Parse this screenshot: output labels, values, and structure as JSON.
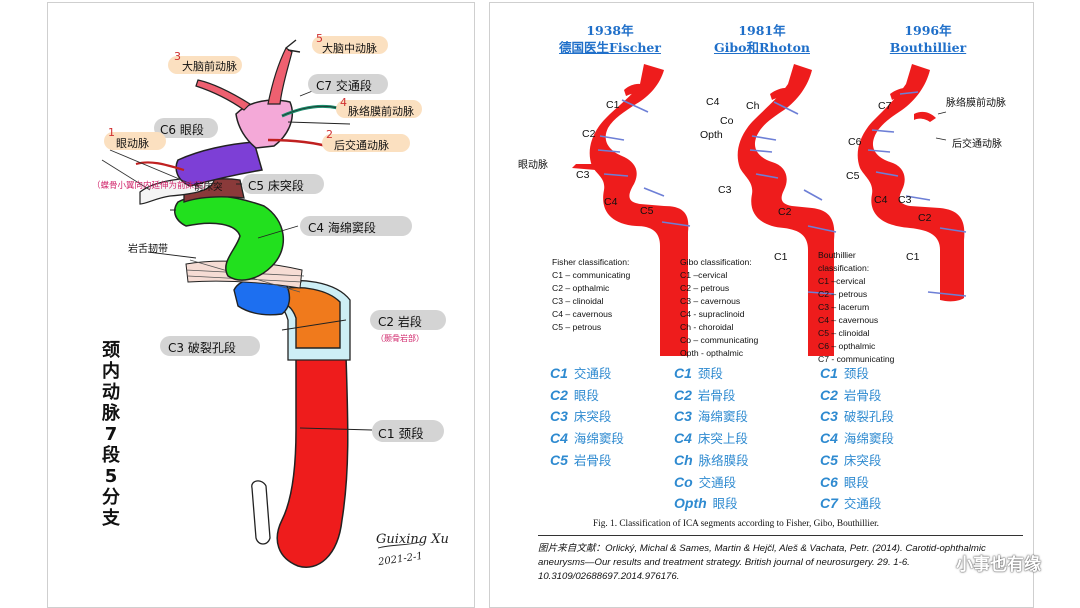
{
  "left": {
    "vertical_title": "颈内动脉7段5分支",
    "signature": "Guixing Xu",
    "signature_date": "2021-2-1",
    "segments": {
      "c7": "C7 交通段",
      "c6": "C6 眼段",
      "c5": "C5 床突段",
      "c4": "C4 海绵窦段",
      "c3": "C3 破裂孔段",
      "c2": "C2 岩段",
      "c2_note": "（颞骨岩部）",
      "c1": "C1 颈段"
    },
    "branches": [
      {
        "num": "1",
        "label": "眼动脉"
      },
      {
        "num": "2",
        "label": "后交通动脉"
      },
      {
        "num": "3",
        "label": "大脑前动脉"
      },
      {
        "num": "4",
        "label": "脉络膜前动脉"
      },
      {
        "num": "5",
        "label": "大脑中动脉"
      }
    ],
    "annotations": {
      "anterior_clinoid": "前床突",
      "sphenoid_note": "（蝶骨小翼向内延伸为前床突）",
      "petrolingual": "岩舌韧带"
    },
    "segment_colors": {
      "c1": "#ee1c1c",
      "c2": "#f07a1c",
      "c3": "#1d6ff0",
      "c4": "#22e01e",
      "c5": "#8a3a3a",
      "c6": "#7d3fd6",
      "c7": "#f4a9d8"
    }
  },
  "right": {
    "columns": [
      {
        "year": "1938年",
        "author": "德国医生Fischer",
        "labels": [
          "C1",
          "C2",
          "C3",
          "C4",
          "C5",
          "眼动脉"
        ],
        "cls_title": "Fisher classification:",
        "cls_items": [
          "C1 – communicating",
          "C2 – opthalmic",
          "C3 – clinoidal",
          "C4 – cavernous",
          "C5 – petrous"
        ],
        "legend": [
          {
            "code": "C1",
            "name": "交通段"
          },
          {
            "code": "C2",
            "name": "眼段"
          },
          {
            "code": "C3",
            "name": "床突段"
          },
          {
            "code": "C4",
            "name": "海绵窦段"
          },
          {
            "code": "C5",
            "name": "岩骨段"
          }
        ]
      },
      {
        "year": "1981年",
        "author": "Gibo和Rhoton",
        "labels": [
          "C4",
          "Ch",
          "Co",
          "Opth",
          "C3",
          "C2",
          "C1"
        ],
        "cls_title": "Gibo classification:",
        "cls_items": [
          "C1 –cervical",
          "C2 – petrous",
          "C3 – cavernous",
          "C4 - supraclinoid",
          "Ch - choroidal",
          "Co – communicating",
          "Opth - opthalmic"
        ],
        "legend": [
          {
            "code": "C1",
            "name": "颈段"
          },
          {
            "code": "C2",
            "name": "岩骨段"
          },
          {
            "code": "C3",
            "name": "海绵窦段"
          },
          {
            "code": "C4",
            "name": "床突上段"
          },
          {
            "code": "Ch",
            "name": "脉络膜段"
          },
          {
            "code": "Co",
            "name": "交通段"
          },
          {
            "code": "Opth",
            "name": "眼段"
          }
        ]
      },
      {
        "year": "1996年",
        "author": "Bouthillier",
        "labels": [
          "C7",
          "C6",
          "C5",
          "C4",
          "C3",
          "C2",
          "C1",
          "脉络膜前动脉",
          "后交通动脉"
        ],
        "cls_title_1": "Bouthillier",
        "cls_title_2": "classification:",
        "cls_items": [
          "C1 –cervical",
          "C2 – petrous",
          "C3 – lacerum",
          "C4 – cavernous",
          "C5 – clinoidal",
          "C6 – opthalmic",
          "C7 - communicating"
        ],
        "legend": [
          {
            "code": "C1",
            "name": "颈段"
          },
          {
            "code": "C2",
            "name": "岩骨段"
          },
          {
            "code": "C3",
            "name": "破裂孔段"
          },
          {
            "code": "C4",
            "name": "海绵窦段"
          },
          {
            "code": "C5",
            "name": "床突段"
          },
          {
            "code": "C6",
            "name": "眼段"
          },
          {
            "code": "C7",
            "name": "交通段"
          }
        ]
      }
    ],
    "caption": "Fig. 1. Classification of ICA segments according to Fisher, Gibo, Bouthillier.",
    "reference": "图片来自文献：Orlický, Michal & Sames, Martin & Hejčl, Aleš & Vachata, Petr. (2014). Carotid-ophthalmic aneurysms—Our results and treatment strategy. British journal of neurosurgery. 29. 1-6. 10.3109/02688697.2014.976176.",
    "watermark": "小事也有缘",
    "vessel_color": "#ee1c1c",
    "divider_color": "#6d7fd6",
    "accent_blue": "#1f6fc9"
  }
}
